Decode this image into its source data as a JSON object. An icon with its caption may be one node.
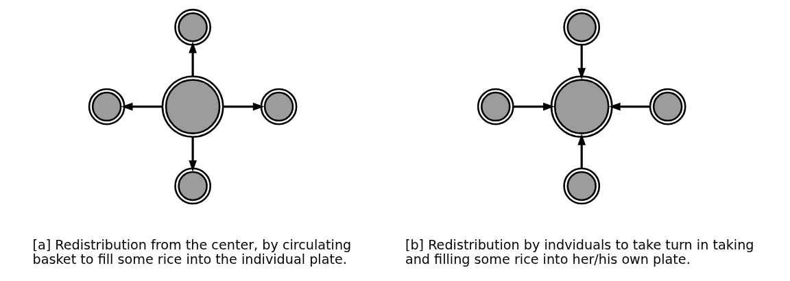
{
  "diagram": {
    "nodes": [
      {
        "text": [],
        "shape": "circle"
      },
      {
        "text": [],
        "shape": "circle"
      },
      {
        "text": [],
        "shape": "circle"
      },
      {
        "text": [],
        "shape": "circle"
      },
      {
        "text": [],
        "shape": "circle"
      },
      {
        "text": [],
        "shape": "circle"
      },
      {
        "text": [],
        "shape": "circle"
      },
      {
        "text": [],
        "shape": "circle"
      },
      {
        "text": [],
        "shape": "circle"
      },
      {
        "text": [],
        "shape": "circle"
      }
    ],
    "edges": [
      {
        "from": 2,
        "to": 0,
        "arrow": "to"
      },
      {
        "from": 2,
        "to": 1,
        "arrow": "to"
      },
      {
        "from": 2,
        "to": 3,
        "arrow": "to"
      },
      {
        "from": 2,
        "to": 4,
        "arrow": "to"
      },
      {
        "from": 5,
        "to": 7,
        "arrow": "to"
      },
      {
        "from": 6,
        "to": 7,
        "arrow": "to"
      },
      {
        "from": 8,
        "to": 7,
        "arrow": "to"
      },
      {
        "from": 9,
        "to": 7,
        "arrow": "to"
      }
    ],
    "labels": [
      "[a] Redistribution from the center, by circulating basket to fill some rice into the individual plate.",
      "[b] Redistribution by indviduals to take turn in taking and filling some rice into her/his own plate."
    ]
  }
}
